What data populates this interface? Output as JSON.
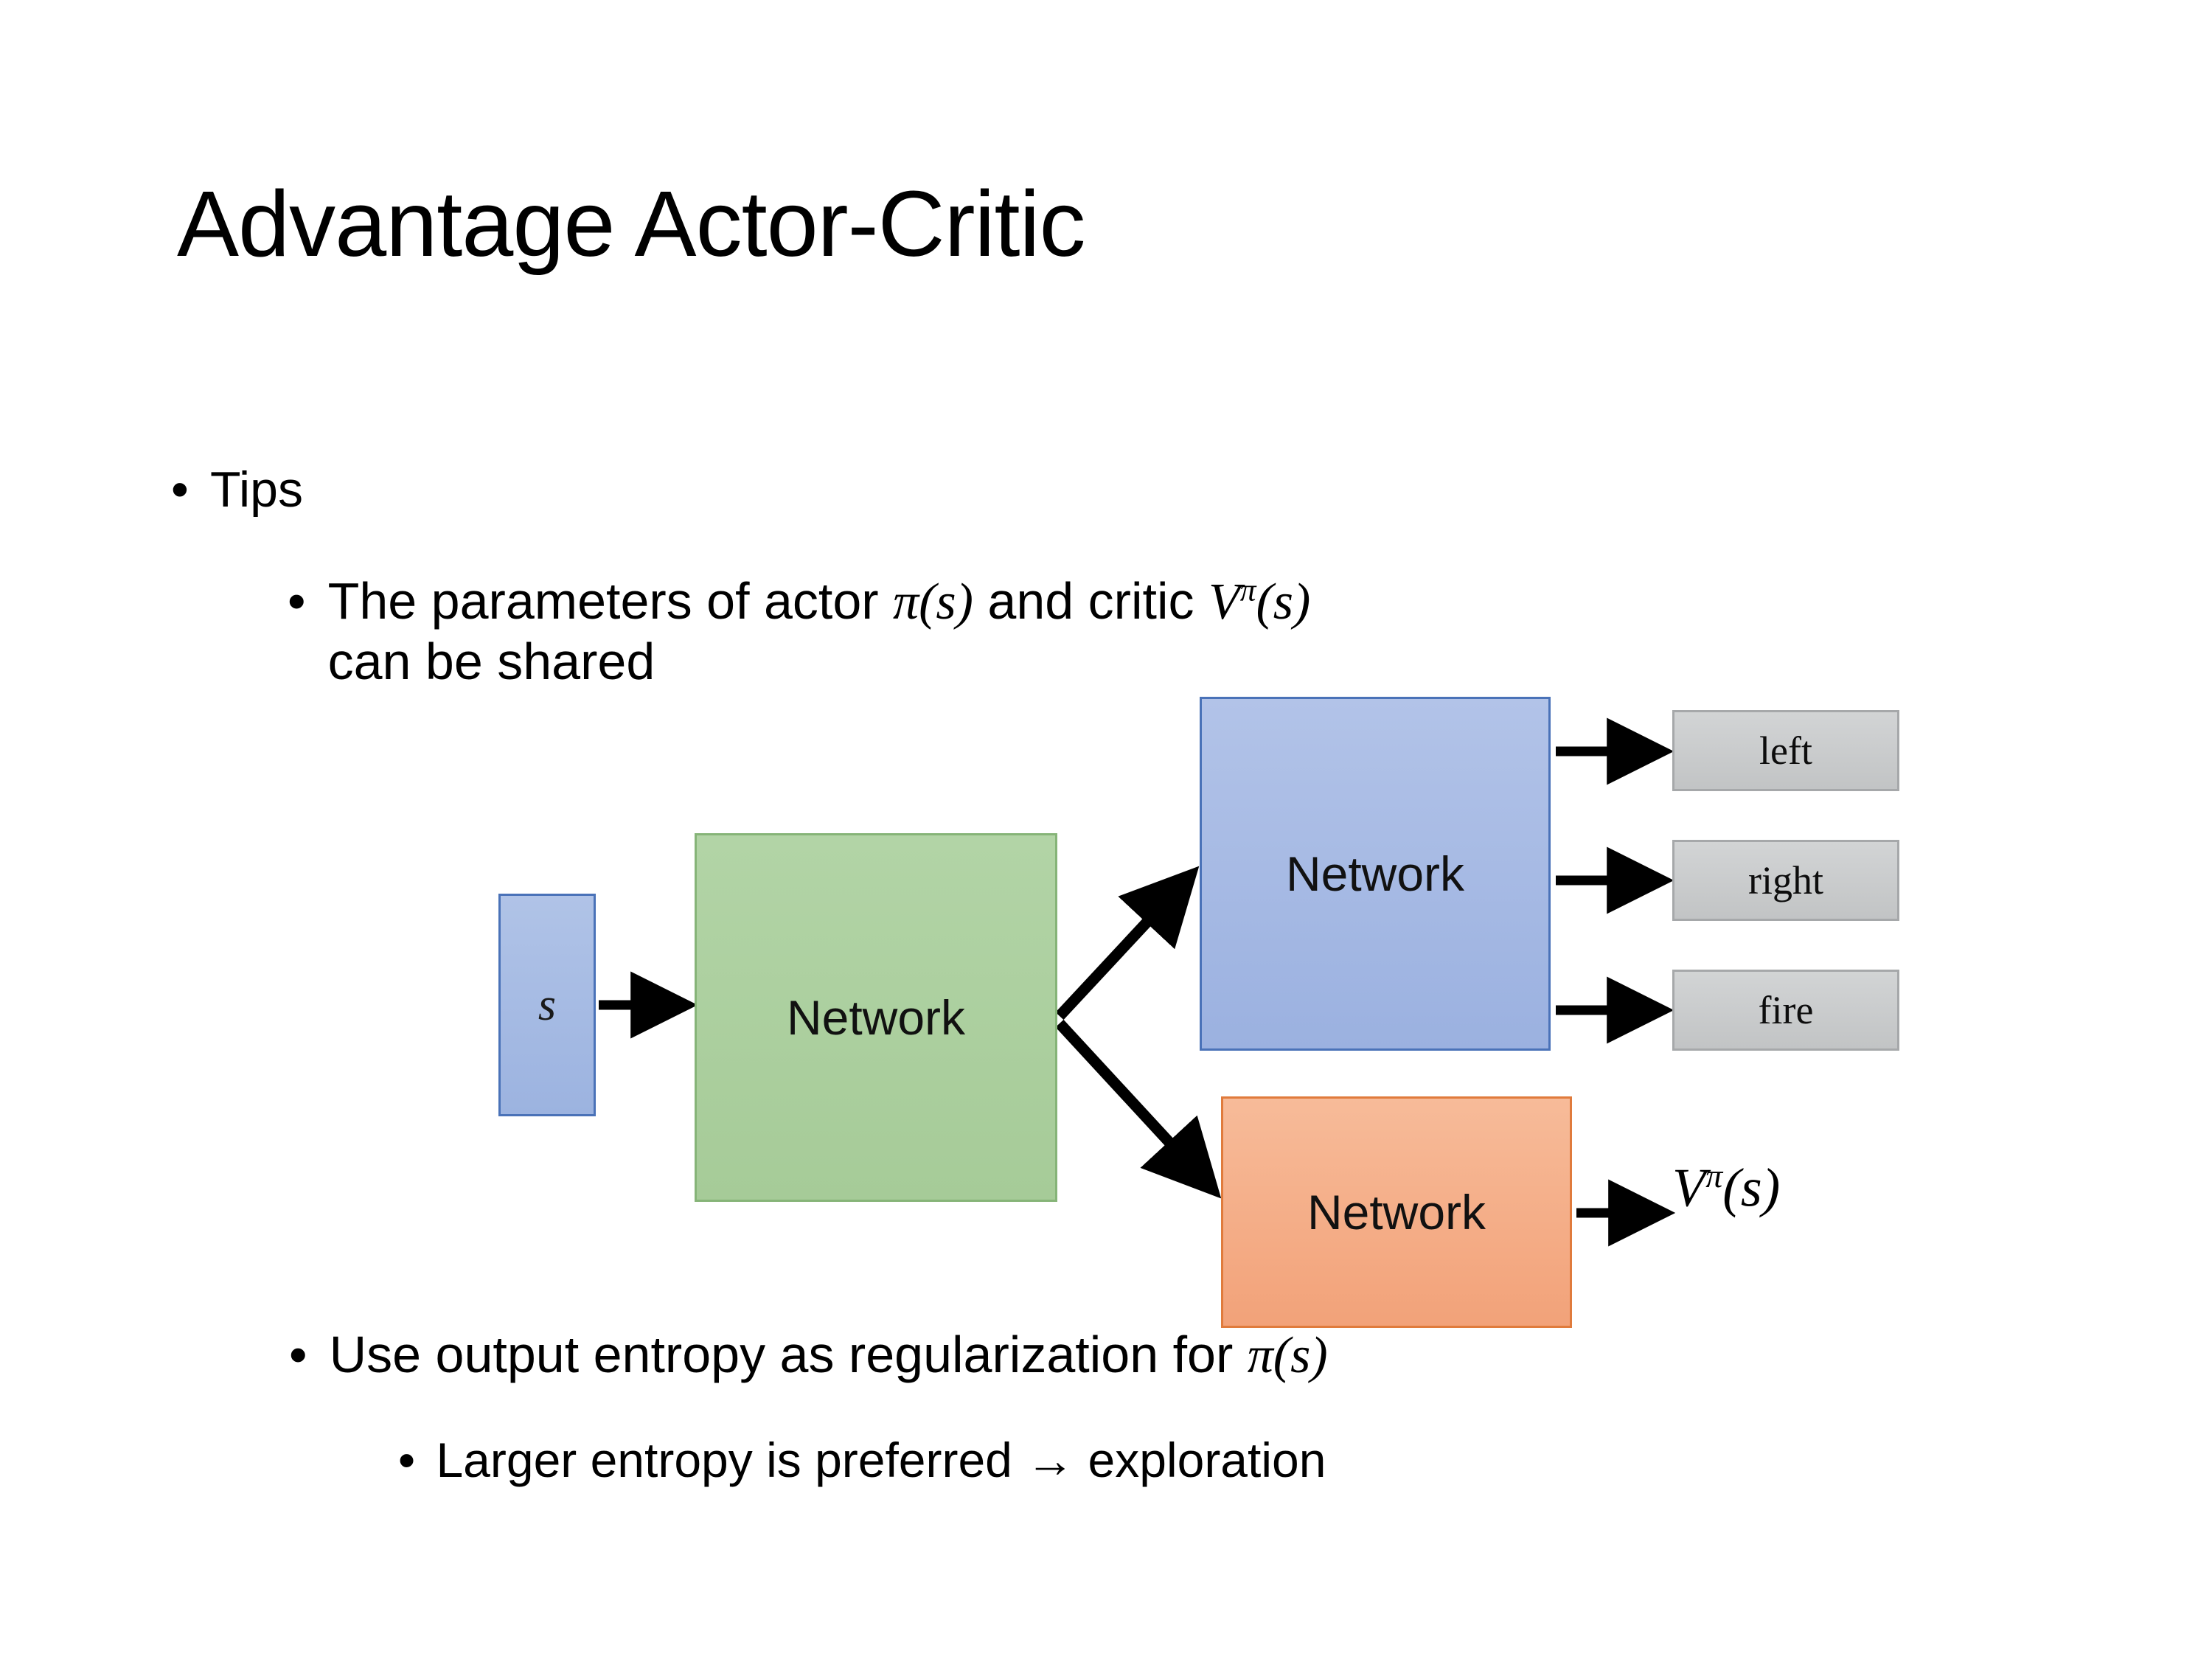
{
  "slide": {
    "title": "Advantage Actor-Critic"
  },
  "bullets": {
    "tips": {
      "marker": "•",
      "text": "Tips"
    },
    "params": {
      "marker": "•",
      "line1_prefix": "The parameters of actor ",
      "actor_symbol": "π(s)",
      "line1_mid": "  and critic ",
      "critic_symbol_base": "V",
      "critic_symbol_sup": "π",
      "critic_symbol_arg": "(s)",
      "line2": "can be shared"
    },
    "entropy": {
      "marker": "•",
      "text_prefix": "Use output entropy as regularization for ",
      "policy_symbol": "π(s)"
    },
    "larger": {
      "marker": "•",
      "text": "Larger entropy is preferred → exploration"
    }
  },
  "diagram": {
    "state_box": {
      "label": "s",
      "fill": "#a9bce0",
      "border": "#4a72b8"
    },
    "shared_network": {
      "label": "Network",
      "fill": "#abd0a0",
      "border": "#86b478"
    },
    "actor_network": {
      "label": "Network",
      "fill": "#a9bce0",
      "border": "#4a72b8"
    },
    "critic_network": {
      "label": "Network",
      "fill": "#f4ac84",
      "border": "#e07b3c"
    },
    "actions": [
      {
        "label": "left",
        "fill": "#c8cacb",
        "border": "#a6a8aa"
      },
      {
        "label": "right",
        "fill": "#c8cacb",
        "border": "#a6a8aa"
      },
      {
        "label": "fire",
        "fill": "#c8cacb",
        "border": "#a6a8aa"
      }
    ],
    "value_output": {
      "base": "V",
      "sup": "π",
      "arg": "(s)"
    },
    "arrow_color": "#000000"
  }
}
